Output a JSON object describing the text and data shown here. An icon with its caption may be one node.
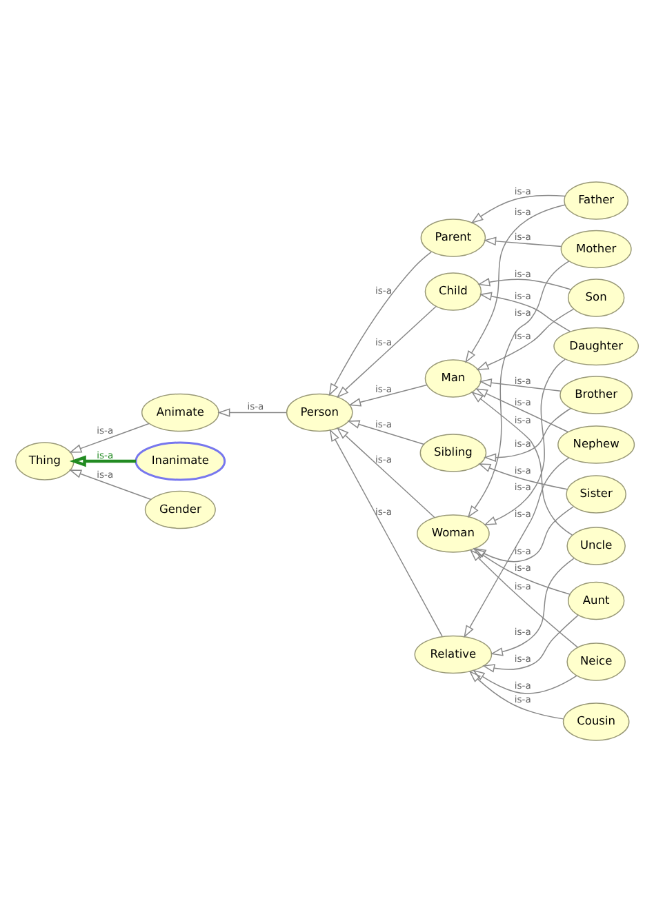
{
  "diagram": {
    "nodes": [
      {
        "text": [
          "Thing"
        ]
      },
      {
        "text": [
          "Animate"
        ]
      },
      {
        "text": [
          "Inanimate"
        ]
      },
      {
        "text": [
          "Gender"
        ]
      },
      {
        "text": [
          "Person"
        ]
      },
      {
        "text": [
          "Parent"
        ]
      },
      {
        "text": [
          "Child"
        ]
      },
      {
        "text": [
          "Man"
        ]
      },
      {
        "text": [
          "Sibling"
        ]
      },
      {
        "text": [
          "Woman"
        ]
      },
      {
        "text": [
          "Relative"
        ]
      },
      {
        "text": [
          "Father"
        ]
      },
      {
        "text": [
          "Mother"
        ]
      },
      {
        "text": [
          "Son"
        ]
      },
      {
        "text": [
          "Daughter"
        ]
      },
      {
        "text": [
          "Brother"
        ]
      },
      {
        "text": [
          "Nephew"
        ]
      },
      {
        "text": [
          "Uncle"
        ]
      },
      {
        "text": [
          "Sister"
        ]
      },
      {
        "text": [
          "Aunt"
        ]
      },
      {
        "text": [
          "Neice"
        ]
      },
      {
        "text": [
          "Cousin"
        ]
      }
    ],
    "edges": [
      {
        "from": 1,
        "to": 0,
        "arrow": "to",
        "label": "is-a"
      },
      {
        "from": 2,
        "to": 0,
        "arrow": "to",
        "label": "is-a",
        "style": "thick",
        "color": "#228b22"
      },
      {
        "from": 3,
        "to": 0,
        "arrow": "to",
        "label": "is-a"
      },
      {
        "from": 4,
        "to": 1,
        "arrow": "to",
        "label": "is-a"
      },
      {
        "from": 5,
        "to": 4,
        "arrow": "to",
        "label": "is-a"
      },
      {
        "from": 6,
        "to": 4,
        "arrow": "to",
        "label": "is-a"
      },
      {
        "from": 7,
        "to": 4,
        "arrow": "to",
        "label": "is-a"
      },
      {
        "from": 8,
        "to": 4,
        "arrow": "to",
        "label": "is-a"
      },
      {
        "from": 9,
        "to": 4,
        "arrow": "to",
        "label": "is-a"
      },
      {
        "from": 10,
        "to": 4,
        "arrow": "to",
        "label": "is-a"
      },
      {
        "from": 11,
        "to": 5,
        "arrow": "to",
        "label": "is-a"
      },
      {
        "from": 11,
        "to": 7,
        "arrow": "to",
        "label": "is-a"
      },
      {
        "from": 12,
        "to": 5,
        "arrow": "to",
        "label": "is-a"
      },
      {
        "from": 12,
        "to": 9,
        "arrow": "to",
        "label": "is-a"
      },
      {
        "from": 13,
        "to": 6,
        "arrow": "to",
        "label": "is-a"
      },
      {
        "from": 13,
        "to": 7,
        "arrow": "to",
        "label": "is-a"
      },
      {
        "from": 14,
        "to": 6,
        "arrow": "to",
        "label": "is-a"
      },
      {
        "from": 14,
        "to": 9,
        "arrow": "to",
        "label": "is-a"
      },
      {
        "from": 15,
        "to": 7,
        "arrow": "to",
        "label": "is-a"
      },
      {
        "from": 15,
        "to": 8,
        "arrow": "to",
        "label": "is-a"
      },
      {
        "from": 16,
        "to": 7,
        "arrow": "to",
        "label": "is-a"
      },
      {
        "from": 16,
        "to": 10,
        "arrow": "to",
        "label": "is-a"
      },
      {
        "from": 17,
        "to": 7,
        "arrow": "to",
        "label": "is-a"
      },
      {
        "from": 17,
        "to": 10,
        "arrow": "to",
        "label": "is-a"
      },
      {
        "from": 18,
        "to": 8,
        "arrow": "to",
        "label": "is-a"
      },
      {
        "from": 18,
        "to": 9,
        "arrow": "to",
        "label": "is-a"
      },
      {
        "from": 19,
        "to": 9,
        "arrow": "to",
        "label": "is-a"
      },
      {
        "from": 19,
        "to": 10,
        "arrow": "to",
        "label": "is-a"
      },
      {
        "from": 20,
        "to": 9,
        "arrow": "to",
        "label": "is-a"
      },
      {
        "from": 20,
        "to": 10,
        "arrow": "to",
        "label": "is-a"
      },
      {
        "from": 21,
        "to": 10,
        "arrow": "to",
        "label": "is-a"
      }
    ]
  }
}
